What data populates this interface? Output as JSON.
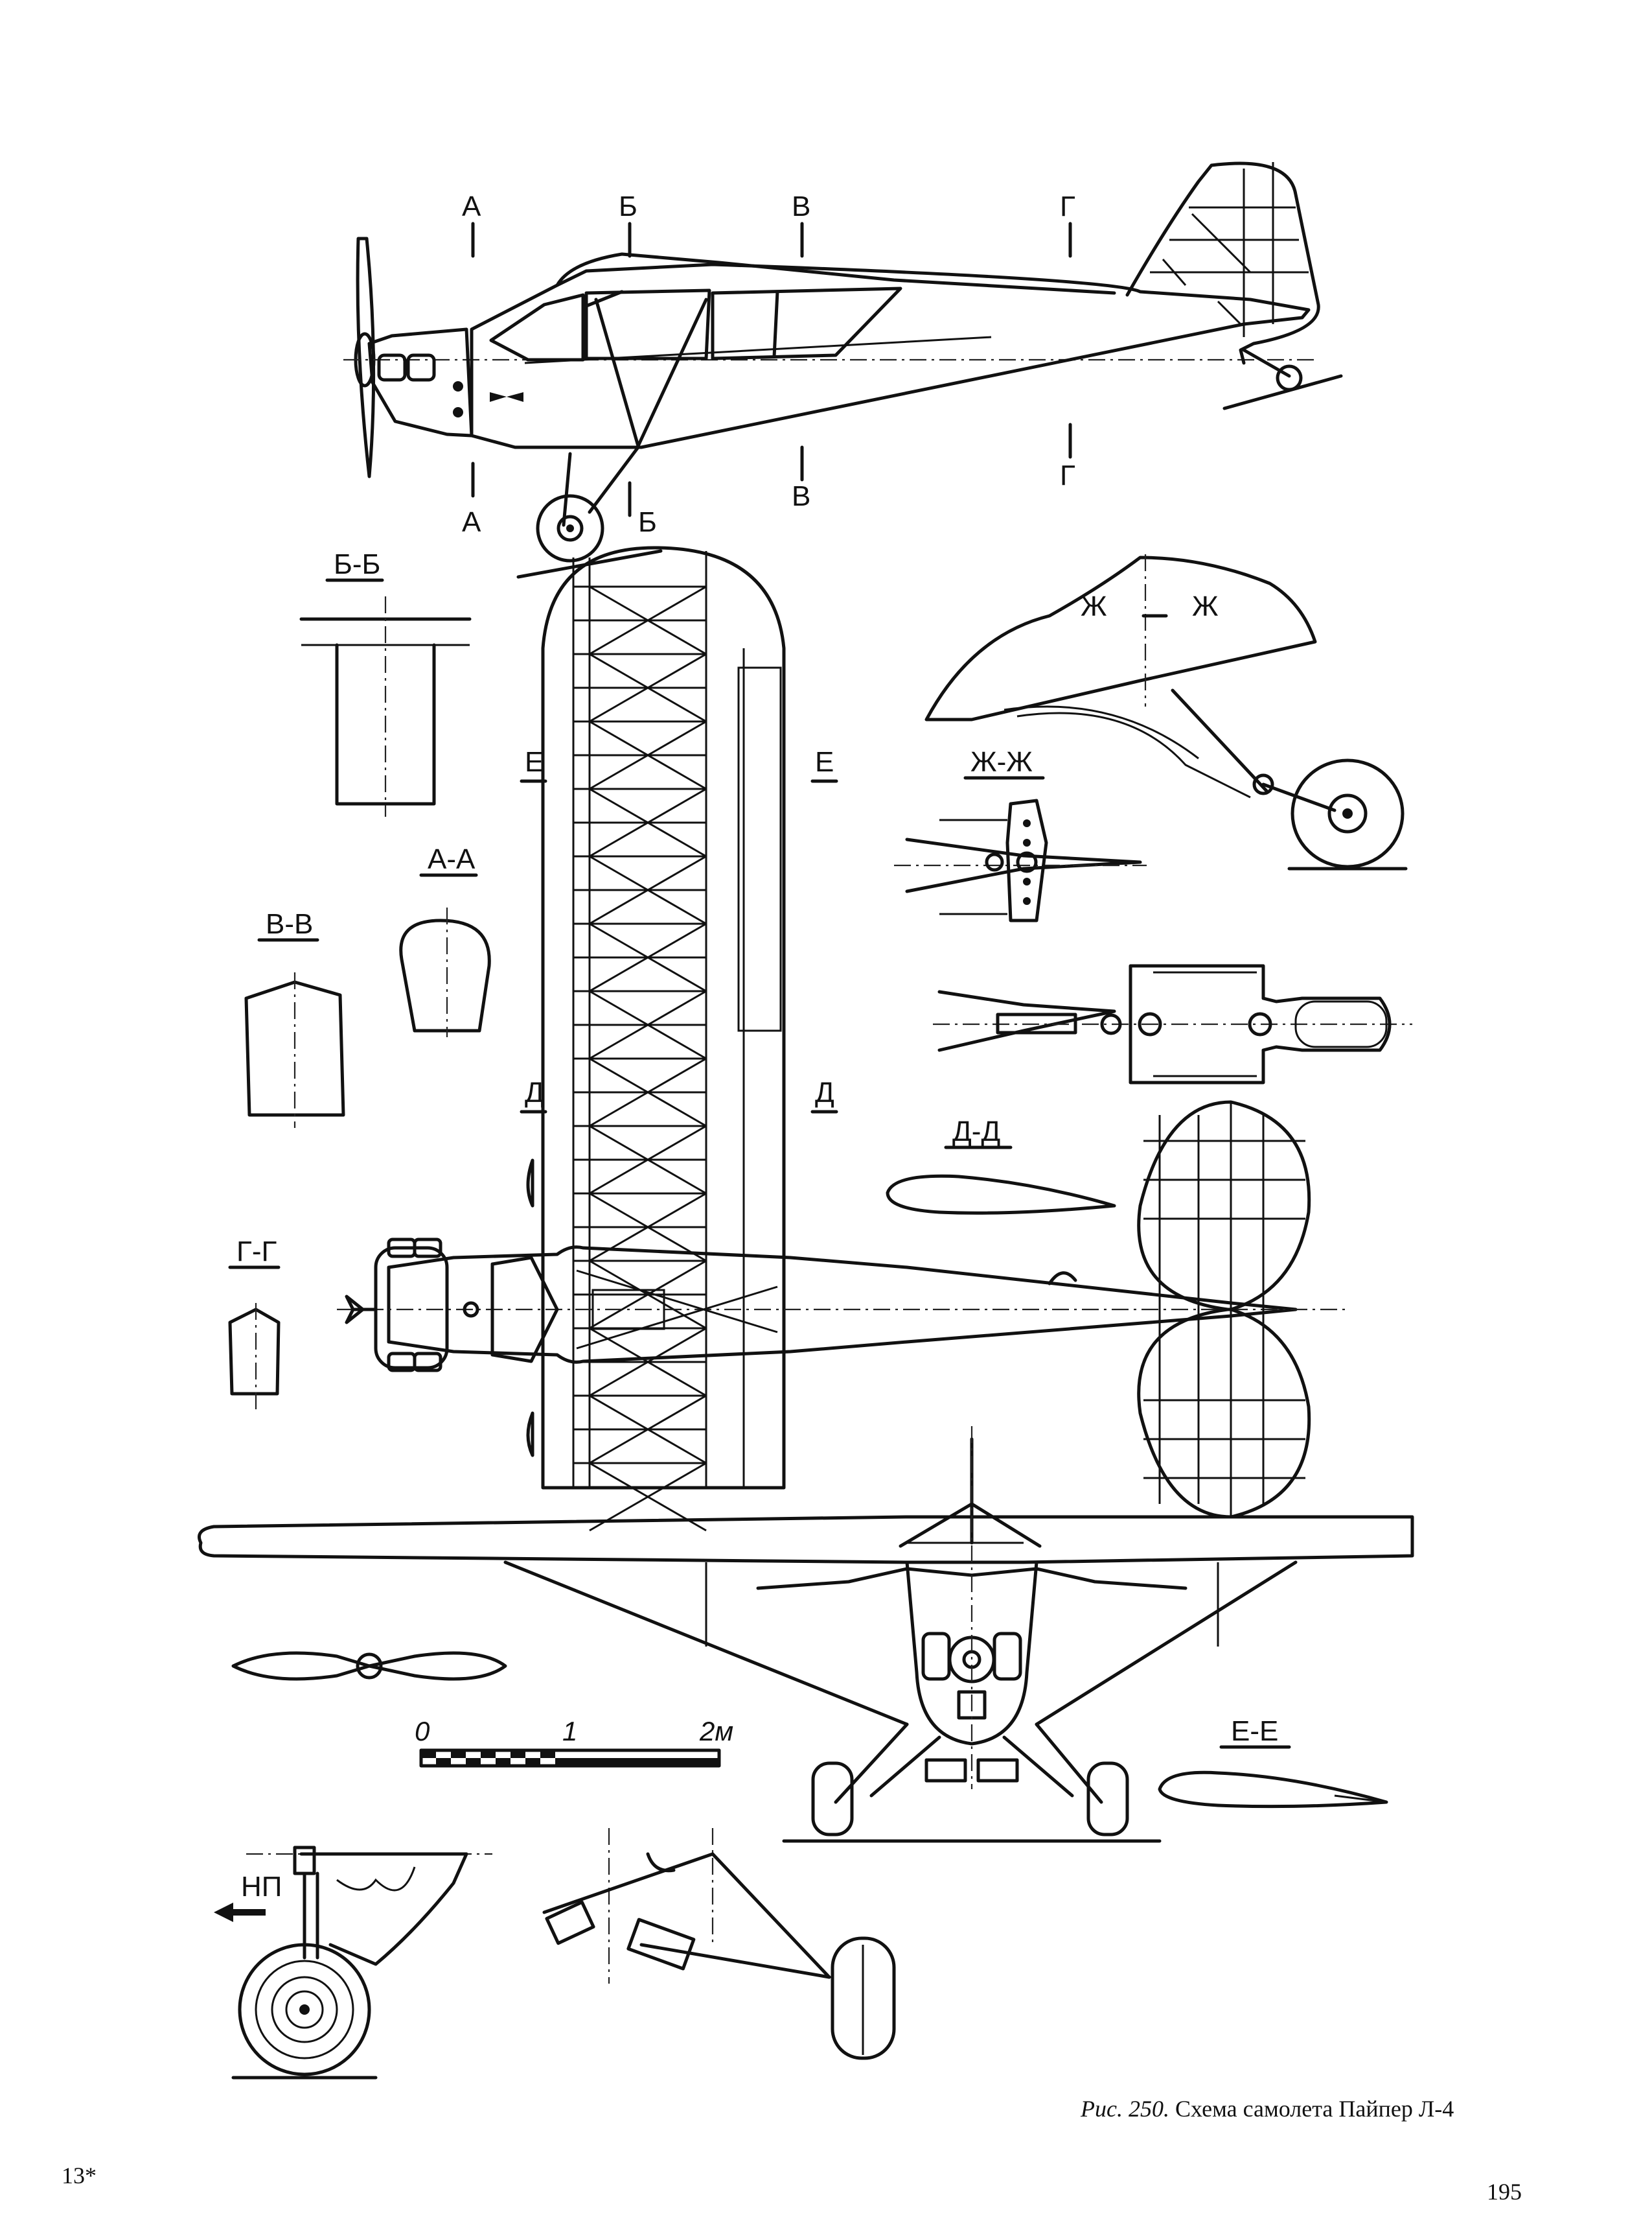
{
  "caption": {
    "figure_number": "Рис. 250.",
    "text": "Схема самолета Пайпер Л-4"
  },
  "page": {
    "signature_mark": "13*",
    "number": "195"
  },
  "section_marks": {
    "A": "А",
    "B": "Б",
    "V": "В",
    "G": "Г",
    "D": "Д",
    "E": "Е",
    "ZH": "Ж"
  },
  "section_titles": {
    "BB": "Б-Б",
    "AA": "А-А",
    "VV": "В-В",
    "GG": "Г-Г",
    "DD": "Д-Д",
    "EE": "Е-Е",
    "ZHZH": "Ж-Ж"
  },
  "scale_bar": {
    "ticks": [
      "0",
      "1",
      "2м"
    ]
  },
  "direction_arrow": {
    "label": "НП"
  }
}
